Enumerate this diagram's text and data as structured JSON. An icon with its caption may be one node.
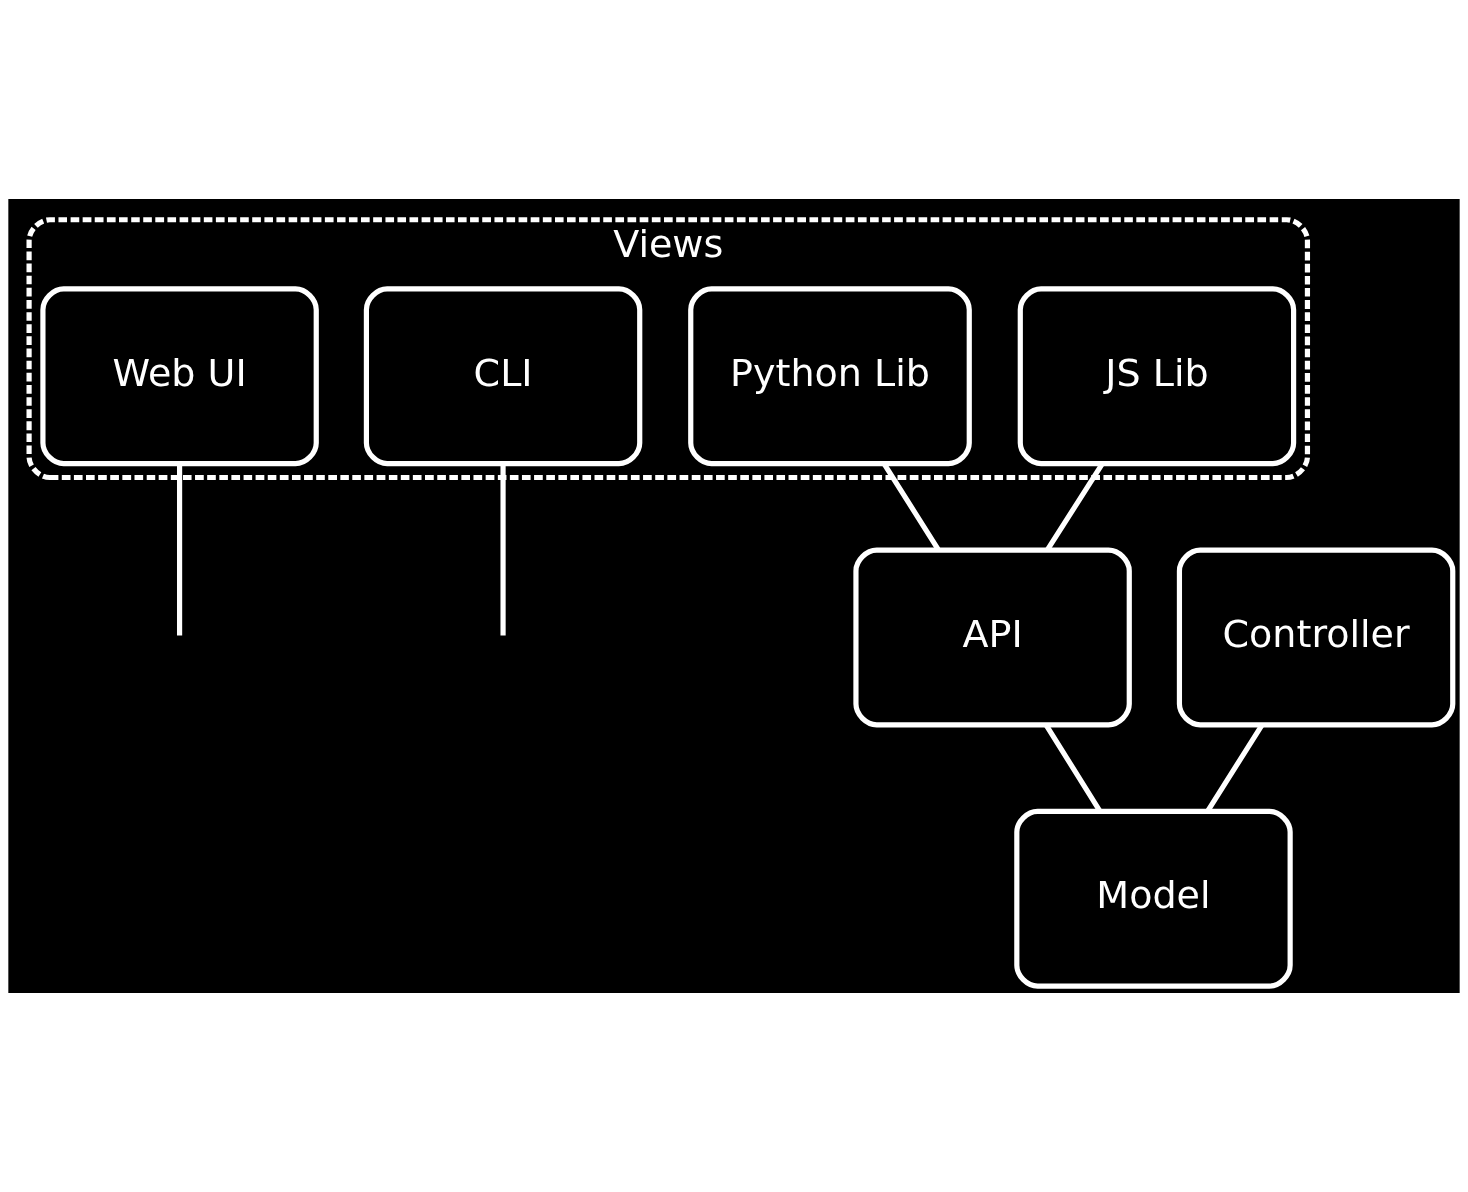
{
  "diagram": {
    "nodes": [
      {
        "text": [
          "Views"
        ]
      },
      {
        "text": [
          "Web UI"
        ],
        "in": 0
      },
      {
        "text": [
          "CLI"
        ],
        "in": 0
      },
      {
        "text": [
          "JS Lib"
        ],
        "in": 0
      },
      {
        "text": [
          "Python Lib"
        ],
        "in": 0
      },
      {
        "text": [
          "API"
        ]
      },
      {
        "text": [
          "Controller"
        ]
      },
      {
        "text": [
          "Model"
        ]
      }
    ],
    "edges": [
      {
        "from": 1,
        "to": null,
        "arrow": "none"
      },
      {
        "from": 2,
        "to": null,
        "arrow": "none"
      },
      {
        "from": 3,
        "to": 5,
        "arrow": "none"
      },
      {
        "from": 4,
        "to": 5,
        "arrow": "none"
      },
      {
        "from": 5,
        "to": 7,
        "arrow": "none"
      },
      {
        "from": 6,
        "to": 7,
        "arrow": "none"
      }
    ]
  }
}
